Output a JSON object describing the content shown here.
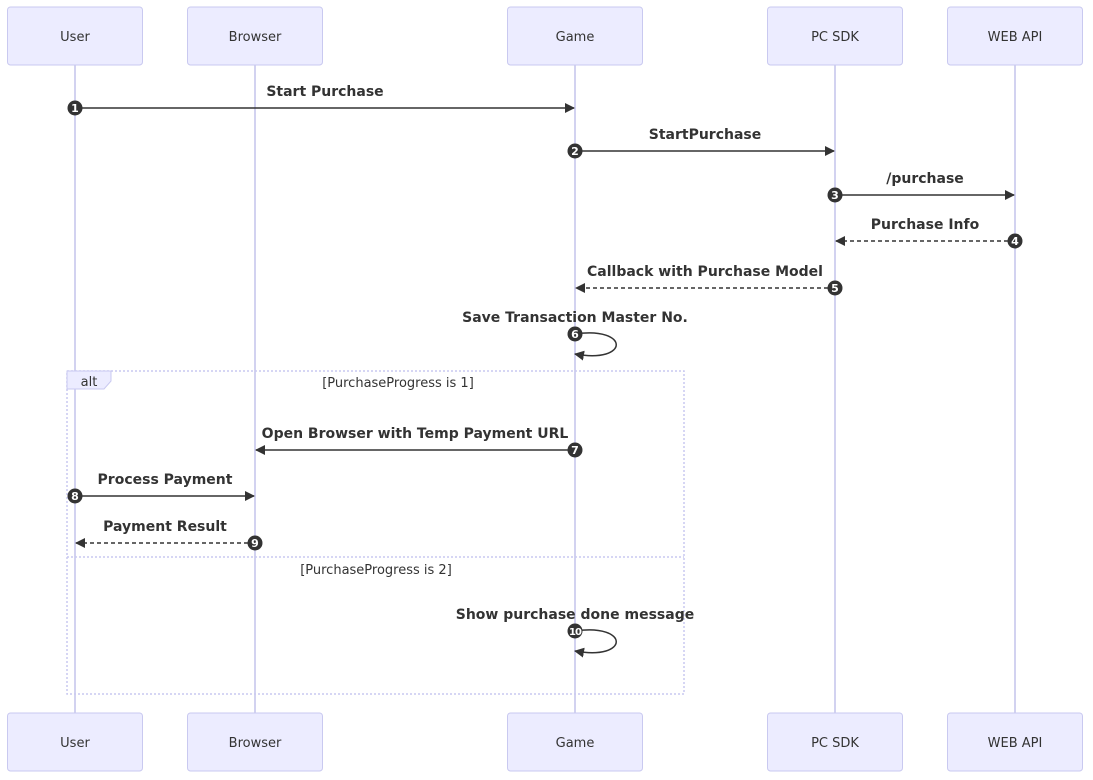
{
  "actors": [
    {
      "id": "user",
      "label": "User"
    },
    {
      "id": "browser",
      "label": "Browser"
    },
    {
      "id": "game",
      "label": "Game"
    },
    {
      "id": "pcsdk",
      "label": "PC SDK"
    },
    {
      "id": "webapi",
      "label": "WEB API"
    }
  ],
  "messages": [
    {
      "number": "1",
      "from": "user",
      "to": "game",
      "label": "Start Purchase",
      "style": "solid"
    },
    {
      "number": "2",
      "from": "game",
      "to": "pcsdk",
      "label": "StartPurchase",
      "style": "solid"
    },
    {
      "number": "3",
      "from": "pcsdk",
      "to": "webapi",
      "label": "/purchase",
      "style": "solid"
    },
    {
      "number": "4",
      "from": "webapi",
      "to": "pcsdk",
      "label": "Purchase Info",
      "style": "dashed"
    },
    {
      "number": "5",
      "from": "pcsdk",
      "to": "game",
      "label": "Callback with Purchase Model",
      "style": "dashed"
    },
    {
      "number": "6",
      "from": "game",
      "to": "game",
      "label": "Save Transaction Master No.",
      "style": "solid"
    },
    {
      "number": "7",
      "from": "game",
      "to": "browser",
      "label": "Open Browser with Temp Payment URL",
      "style": "solid"
    },
    {
      "number": "8",
      "from": "user",
      "to": "browser",
      "label": "Process Payment",
      "style": "solid"
    },
    {
      "number": "9",
      "from": "browser",
      "to": "user",
      "label": "Payment Result",
      "style": "dashed"
    },
    {
      "number": "10",
      "from": "game",
      "to": "game",
      "label": "Show purchase done message",
      "style": "solid"
    }
  ],
  "alt_block": {
    "keyword": "alt",
    "condition_1": "[PurchaseProgress is 1]",
    "condition_2": "[PurchaseProgress is 2]"
  },
  "colors": {
    "actor_fill": "#ECECFF",
    "actor_stroke": "#C9C9F0",
    "lifeline": "#D2D2F0",
    "line": "#333333",
    "badge": "#333333"
  }
}
